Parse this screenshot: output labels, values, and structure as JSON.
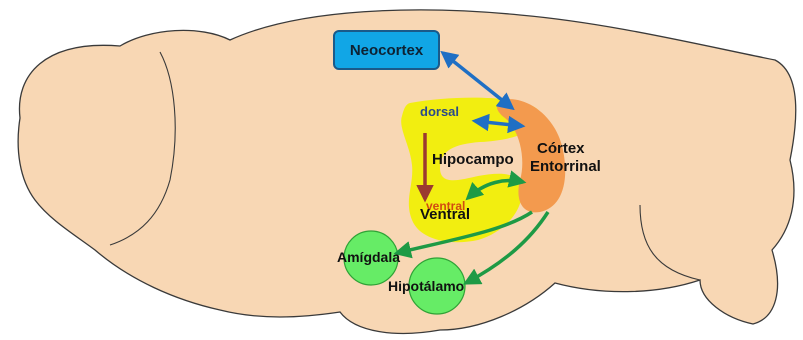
{
  "labels": {
    "neocortex": "Neocortex",
    "dorsal": "dorsal",
    "hipocampo": "Hipocampo",
    "cortex_line1": "Córtex",
    "cortex_line2": "Entorrinal",
    "ventral_small": "ventral",
    "ventral": "Ventral",
    "amigdala": "Amígdala",
    "hipotalamo": "Hipotálamo"
  },
  "colors": {
    "brain_fill": "#f8d7b4",
    "brain_outline": "#3a3a3a",
    "neocortex_fill": "#11a6e6",
    "hippocampus_fill": "#f2ee10",
    "entorhinal_fill": "#f39a4e",
    "amygdala_fill": "#66ec66",
    "blue_arrow": "#1f6fc4",
    "green_arrow": "#1e9a45",
    "red_arrow": "#9b3a30"
  }
}
